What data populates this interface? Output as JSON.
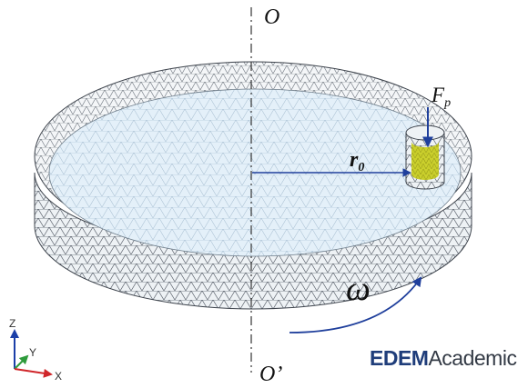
{
  "labels": {
    "axis_top": "O",
    "axis_bottom": "O’",
    "force": "F",
    "force_sub": "p",
    "radius": "r",
    "radius_sub": "0",
    "omega": "ω"
  },
  "triad": {
    "z": "Z",
    "y": "Y",
    "x": "X"
  },
  "logo": {
    "brand": "EDEM",
    "suffix": "Academic"
  },
  "colors": {
    "mesh_line": "#3d434c",
    "disc_fill": "#e6f1fa",
    "arrow_blue": "#1f3f9c",
    "tool_fill": "#d8dd2a",
    "axis_x": "#d0262a",
    "axis_y": "#2e9b3c",
    "axis_z": "#1b3fa8"
  }
}
